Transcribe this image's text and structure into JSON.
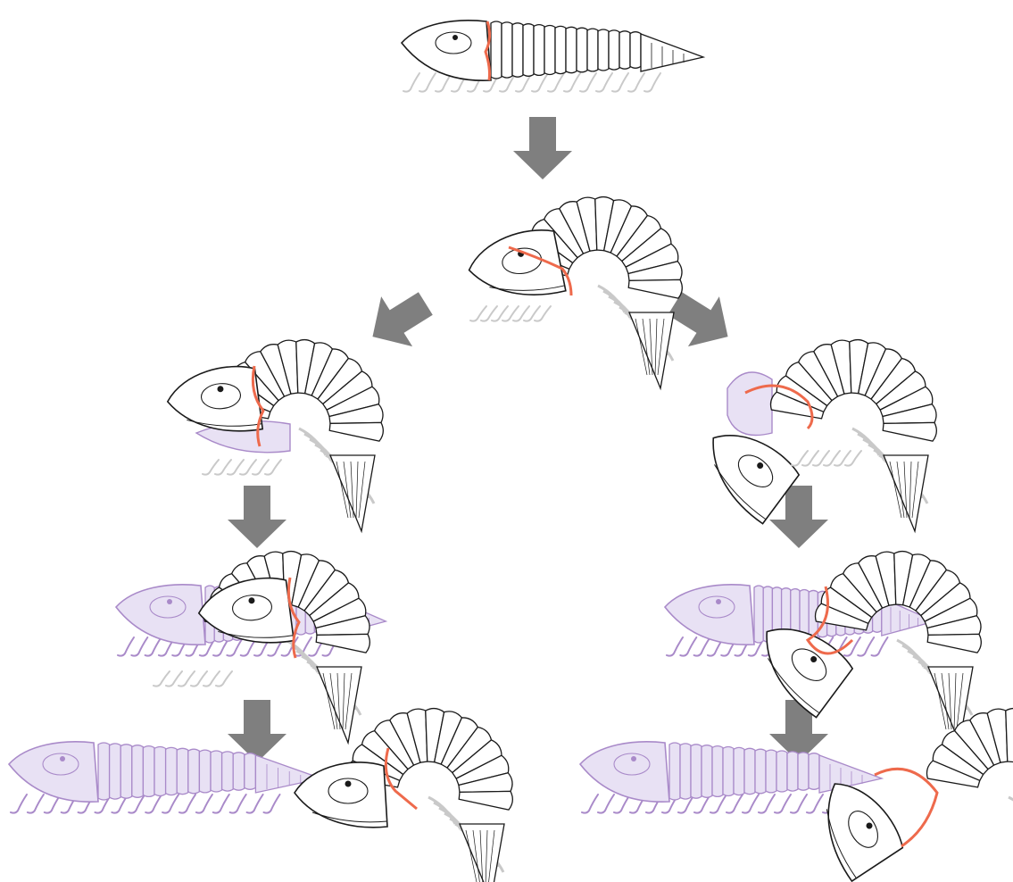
{
  "colors": {
    "arrow": "#7f7f7f",
    "outline": "#1a1a1a",
    "shell_fill": "#ffffff",
    "suture": "#ee6a4c",
    "exuvia_fill": "#e8e1f4",
    "exuvia_stroke": "#a98ac9",
    "shadow": "#c9c9c9"
  },
  "diagram": {
    "description_labels": [],
    "figures": [
      {
        "id": "start",
        "pose": "walking",
        "color": "intact"
      },
      {
        "id": "flexed",
        "pose": "flexed",
        "color": "intact"
      },
      {
        "id": "left-1",
        "pose": "emerging-forward",
        "color": "mixed"
      },
      {
        "id": "left-2",
        "pose": "emerging-forward",
        "color": "mixed"
      },
      {
        "id": "left-3",
        "pose": "separated-forward",
        "color": "mixed"
      },
      {
        "id": "right-1",
        "pose": "emerging-downward",
        "color": "mixed"
      },
      {
        "id": "right-2",
        "pose": "emerging-downward",
        "color": "mixed"
      },
      {
        "id": "right-3",
        "pose": "separated-downward",
        "color": "mixed"
      }
    ],
    "arrows": [
      {
        "id": "arrow-1",
        "direction": "down"
      },
      {
        "id": "arrow-2",
        "direction": "down-left"
      },
      {
        "id": "arrow-3",
        "direction": "down-right"
      },
      {
        "id": "arrow-4",
        "direction": "down"
      },
      {
        "id": "arrow-5",
        "direction": "down"
      },
      {
        "id": "arrow-6",
        "direction": "down"
      },
      {
        "id": "arrow-7",
        "direction": "down"
      }
    ]
  }
}
